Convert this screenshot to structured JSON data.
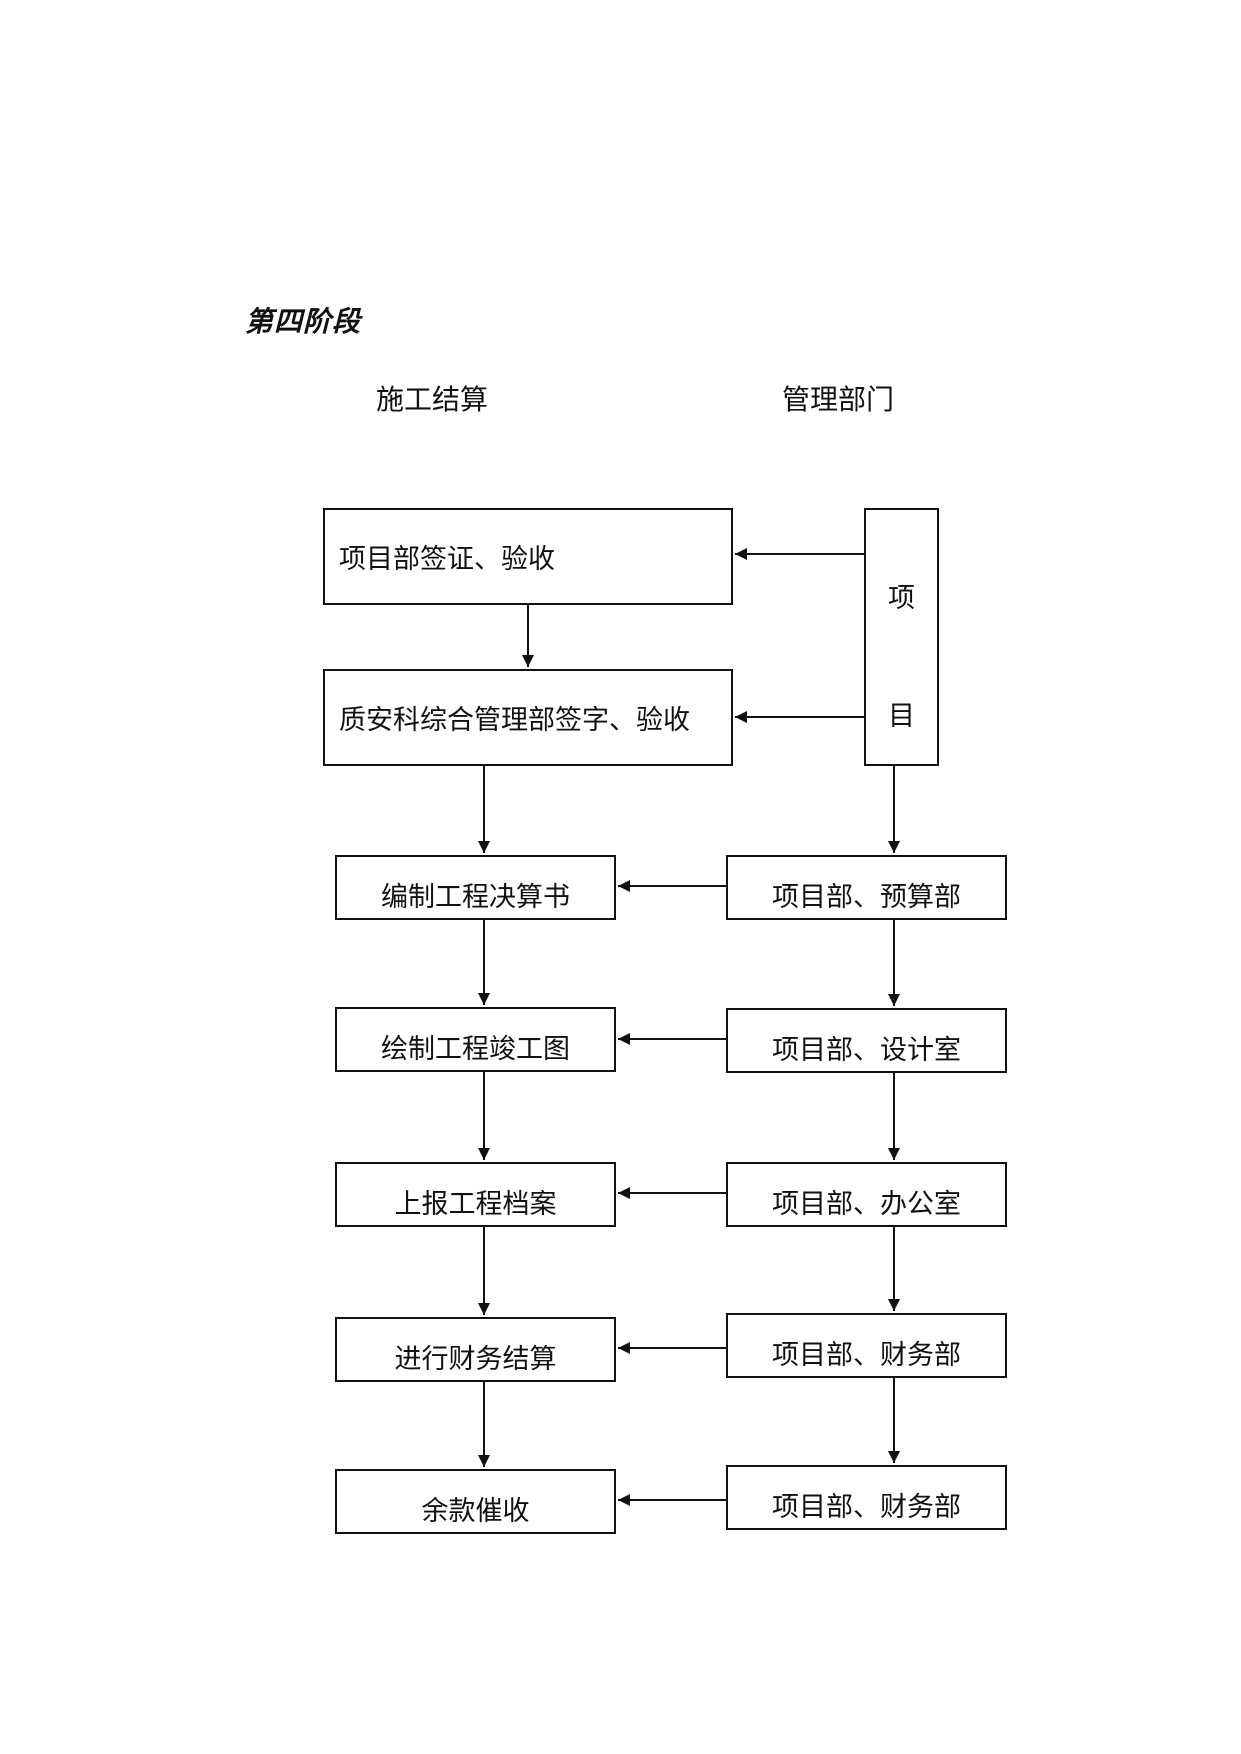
{
  "stage_title": "第四阶段",
  "headers": {
    "left": "施工结算",
    "right": "管理部门"
  },
  "top_boxes": [
    {
      "label": "项目部签证、验收"
    },
    {
      "label": "质安科综合管理部签字、验收"
    }
  ],
  "project_box": {
    "chars": [
      "项",
      "目"
    ]
  },
  "process_steps": [
    {
      "label": "编制工程决算书"
    },
    {
      "label": "绘制工程竣工图"
    },
    {
      "label": "上报工程档案"
    },
    {
      "label": "进行财务结算"
    },
    {
      "label": "余款催收"
    }
  ],
  "departments": [
    {
      "label": "项目部、预算部"
    },
    {
      "label": "项目部、设计室"
    },
    {
      "label": "项目部、办公室"
    },
    {
      "label": "项目部、财务部"
    },
    {
      "label": "项目部、财务部"
    }
  ]
}
